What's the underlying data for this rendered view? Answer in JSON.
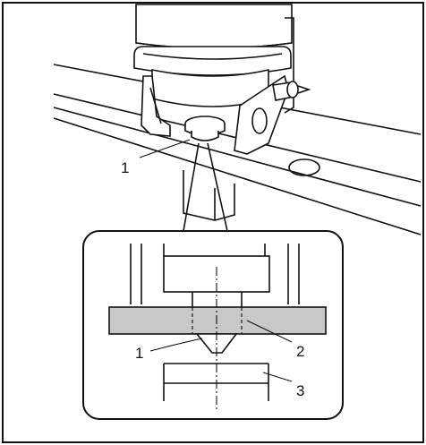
{
  "callouts": {
    "top_nozzle": "1",
    "detail_nozzle": "1",
    "detail_plate": "2",
    "detail_anvil": "3"
  },
  "colors": {
    "line": "#111111",
    "plate_shade": "#c8c8c8",
    "background": "#ffffff"
  }
}
